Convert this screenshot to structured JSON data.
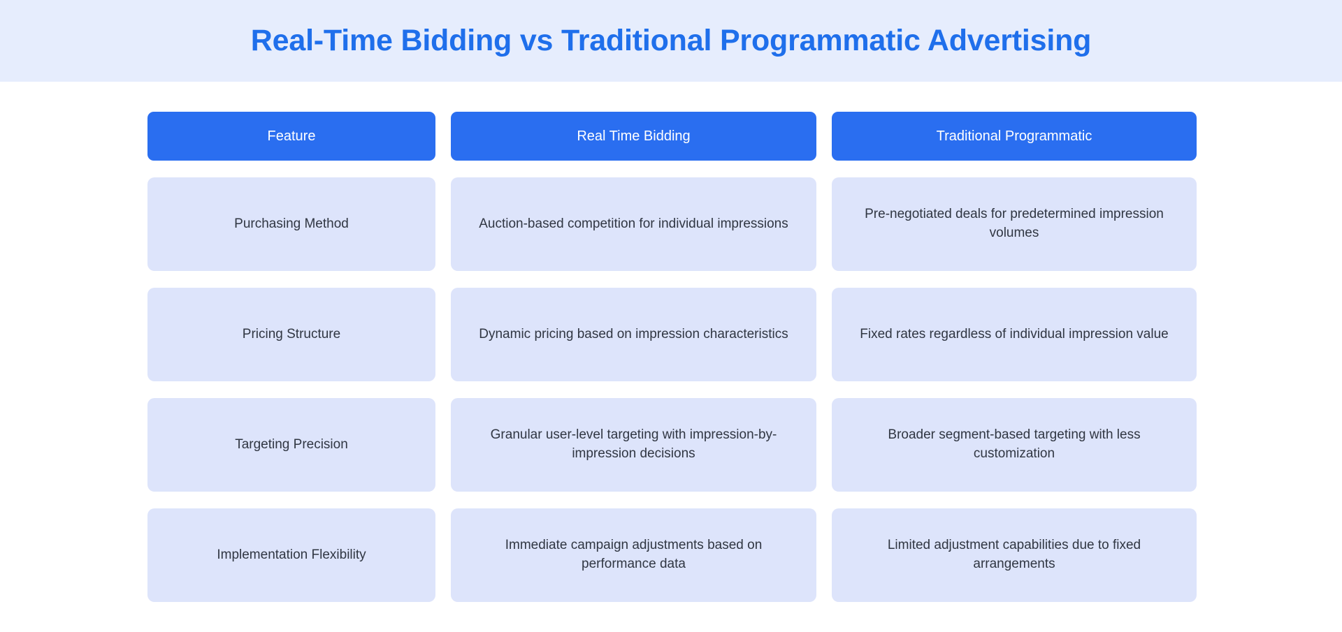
{
  "title": "Real-Time Bidding vs Traditional Programmatic Advertising",
  "colors": {
    "banner_background": "#e6edfd",
    "title_text": "#1f6feb",
    "header_cell": "#2a6ef0",
    "header_text": "#ffffff",
    "body_cell": "#dde4fb",
    "body_text": "#303642",
    "page_background": "#ffffff"
  },
  "table": {
    "headers": [
      "Feature",
      "Real Time Bidding",
      "Traditional Programmatic"
    ],
    "rows": [
      {
        "feature": "Purchasing Method",
        "rtb": "Auction-based competition for individual impressions",
        "traditional": "Pre-negotiated deals for predetermined impression volumes"
      },
      {
        "feature": "Pricing Structure",
        "rtb": "Dynamic pricing based on impression characteristics",
        "traditional": "Fixed rates regardless of individual impression value"
      },
      {
        "feature": "Targeting Precision",
        "rtb": "Granular user-level targeting with impression-by-impression decisions",
        "traditional": "Broader segment-based targeting with less customization"
      },
      {
        "feature": "Implementation Flexibility",
        "rtb": "Immediate campaign adjustments based on performance data",
        "traditional": "Limited adjustment capabilities due to fixed arrangements"
      }
    ]
  }
}
